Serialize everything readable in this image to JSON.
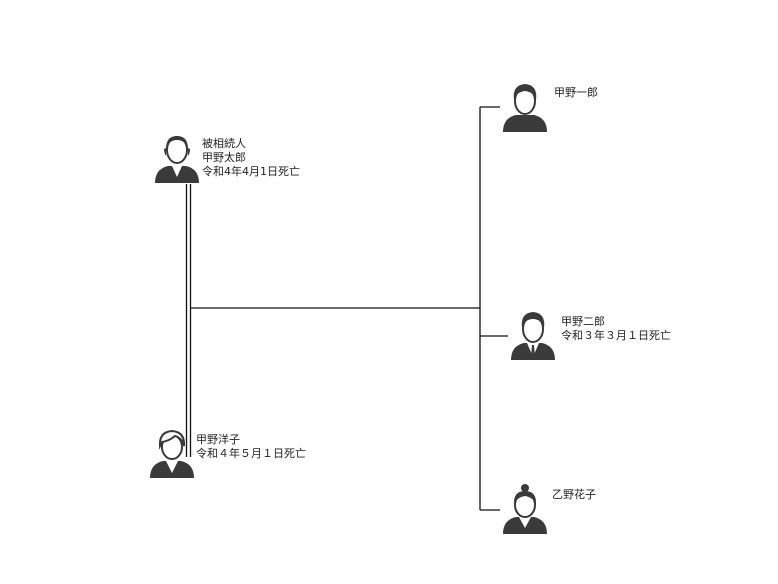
{
  "people": {
    "decedent": {
      "role": "被相続人",
      "name": "甲野太郎",
      "note": "令和4年4月1日死亡"
    },
    "spouse": {
      "name": "甲野洋子",
      "note": "令和４年５月１日死亡"
    },
    "child1": {
      "name": "甲野一郎"
    },
    "child2": {
      "name": "甲野二郎",
      "note": "令和３年３月１日死亡"
    },
    "child3": {
      "name": "乙野花子"
    }
  },
  "icons": {
    "decedent": "elderly-man-icon",
    "spouse": "elderly-woman-icon",
    "child1": "man-icon",
    "child2": "businessman-icon",
    "child3": "woman-icon"
  },
  "colors": {
    "line": "#111111",
    "icon": "#3a3a3a"
  }
}
